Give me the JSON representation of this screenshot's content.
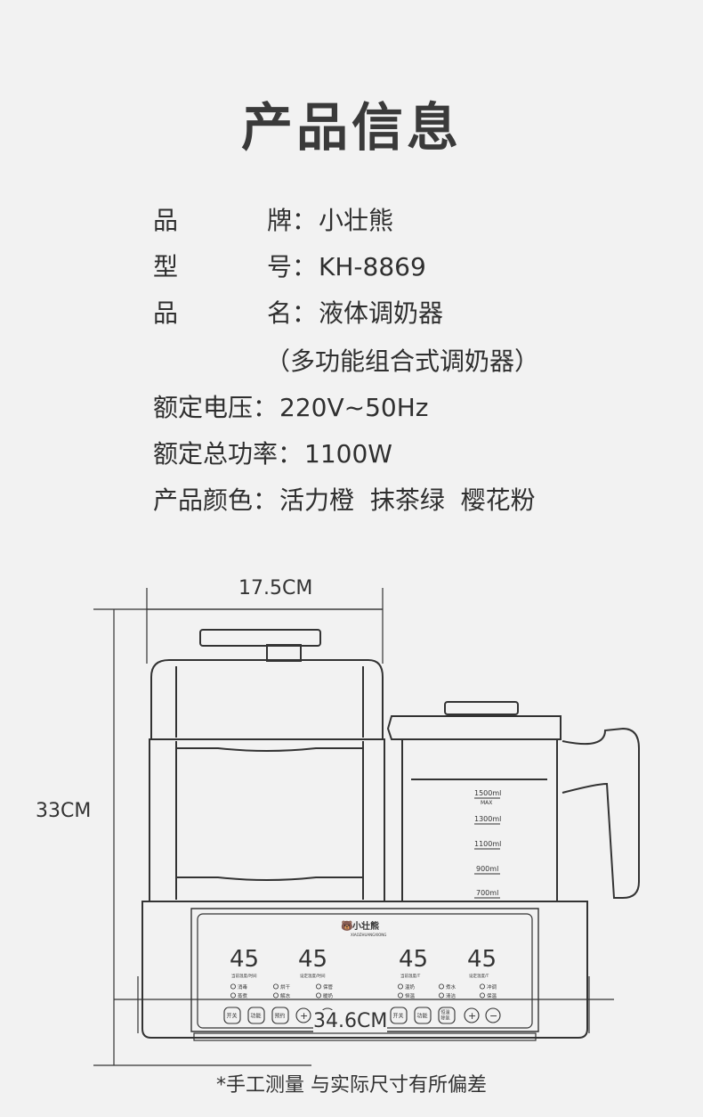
{
  "title": "产品信息",
  "specs": [
    {
      "label_chars": [
        "品",
        "牌"
      ],
      "colon": "：",
      "value": "小壮熊"
    },
    {
      "label_chars": [
        "型",
        "号"
      ],
      "colon": "：",
      "value": "KH-8869"
    },
    {
      "label_chars": [
        "品",
        "名"
      ],
      "colon": "：",
      "value": "液体调奶器"
    },
    {
      "extra": "（多功能组合式调奶器）"
    },
    {
      "label": "额定电压",
      "colon": "：",
      "value": "220V~50Hz"
    },
    {
      "label": "额定总功率",
      "colon": "：",
      "value": "1100W"
    },
    {
      "label": "产品颜色",
      "colon": "：",
      "value": "活力橙  抹茶绿  樱花粉"
    }
  ],
  "dimensions": {
    "width_top": "17.5CM",
    "height": "33CM",
    "width_bottom": "34.6CM"
  },
  "product": {
    "brand_logo": "小壮熊",
    "brand_en": "XIAOZHUANGXIONG",
    "displays": [
      "45",
      "45",
      "45",
      "45"
    ],
    "display_captions": [
      "当前温度/时间",
      "设定温度/时间",
      "当前温度/T",
      "设定温度/T"
    ],
    "mode_labels_left": [
      "消毒",
      "烘干",
      "保管",
      "蒸煮",
      "解冻",
      "暖奶"
    ],
    "mode_labels_right": [
      "温奶",
      "煮水",
      "冲调",
      "恒温",
      "清洁",
      "保温"
    ],
    "buttons_left": [
      "开关",
      "功能",
      "预约",
      "+",
      "−"
    ],
    "buttons_right": [
      "开关",
      "功能",
      "恒温\n除氯",
      "+",
      "−"
    ],
    "scale_marks": [
      "1500ml",
      "MAX",
      "1300ml",
      "1100ml",
      "900ml",
      "700ml"
    ]
  },
  "footnote": "*手工测量 与实际尺寸有所偏差",
  "colors": {
    "background": "#f2f2f2",
    "line": "#333333",
    "text": "#2f2f2f"
  }
}
